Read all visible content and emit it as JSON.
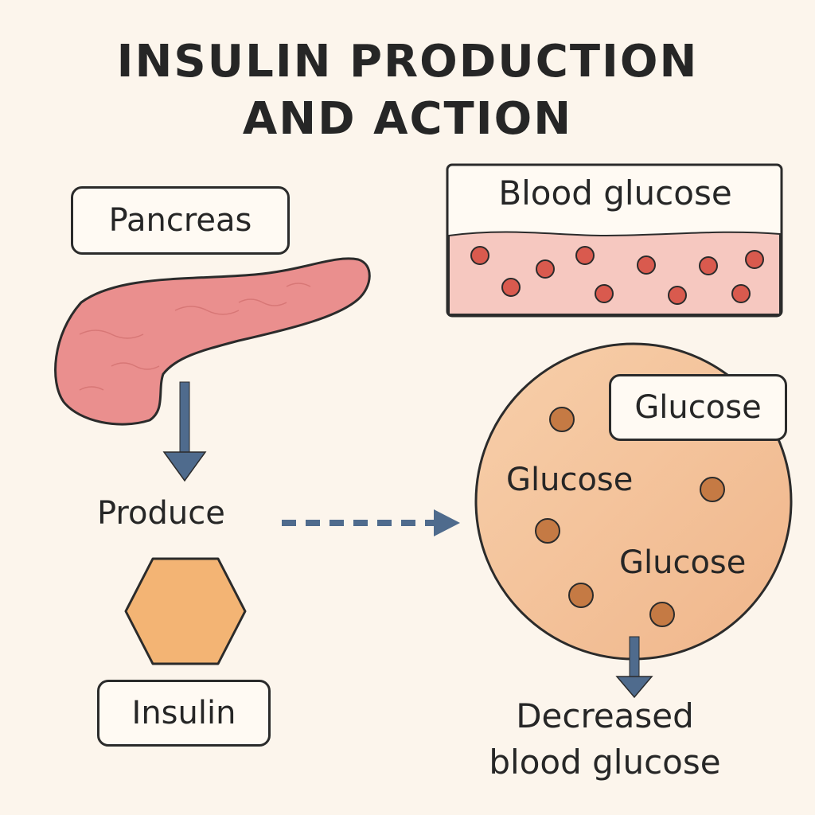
{
  "title": {
    "line1": "INSULIN PRODUCTION",
    "line2": "AND ACTION"
  },
  "pancreas": {
    "label": "Pancreas"
  },
  "produce": {
    "label": "Produce"
  },
  "insulin": {
    "label": "Insulin"
  },
  "blood": {
    "label": "Blood glucose"
  },
  "cell": {
    "glucose_labels": [
      "Glucose",
      "Glucose",
      "Glucose"
    ]
  },
  "result": {
    "line1": "Decreased",
    "line2": "blood glucose"
  },
  "colors": {
    "background": "#fcf5ec",
    "pancreas": "#ea8f8e",
    "insulin": "#f3b474",
    "cell": "#f5c49c",
    "blood_band": "#f6c8c0",
    "blood_dot": "#d95a4e",
    "glucose_dot": "#c57a44",
    "arrow": "#4f6b8d"
  }
}
